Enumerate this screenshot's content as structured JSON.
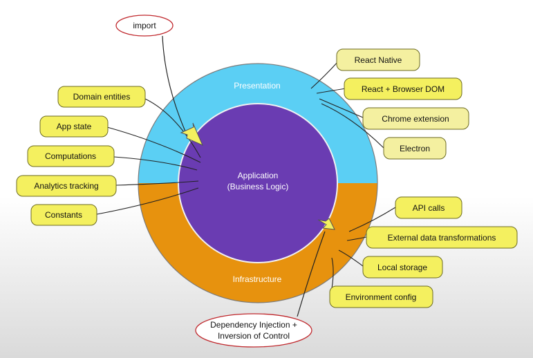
{
  "diagram": {
    "import_label": "import",
    "di_label_line1": "Dependency Injection +",
    "di_label_line2": "Inversion of Control",
    "presentation_label": "Presentation",
    "infrastructure_label": "Infrastructure",
    "application_line1": "Application",
    "application_line2": "(Business Logic)",
    "left_items": [
      "Domain entities",
      "App state",
      "Computations",
      "Analytics tracking",
      "Constants"
    ],
    "presentation_items": [
      "React Native",
      "React + Browser DOM",
      "Chrome extension",
      "Electron"
    ],
    "infrastructure_items": [
      "API calls",
      "External data transformations",
      "Local storage",
      "Environment config"
    ],
    "colors": {
      "presentation": "#5bcff4",
      "infrastructure": "#e7920e",
      "application": "#6a3cb2",
      "label_box": "#f4f05f",
      "oval_border": "#c0282d",
      "arrow_fill": "#f4f05f"
    }
  }
}
